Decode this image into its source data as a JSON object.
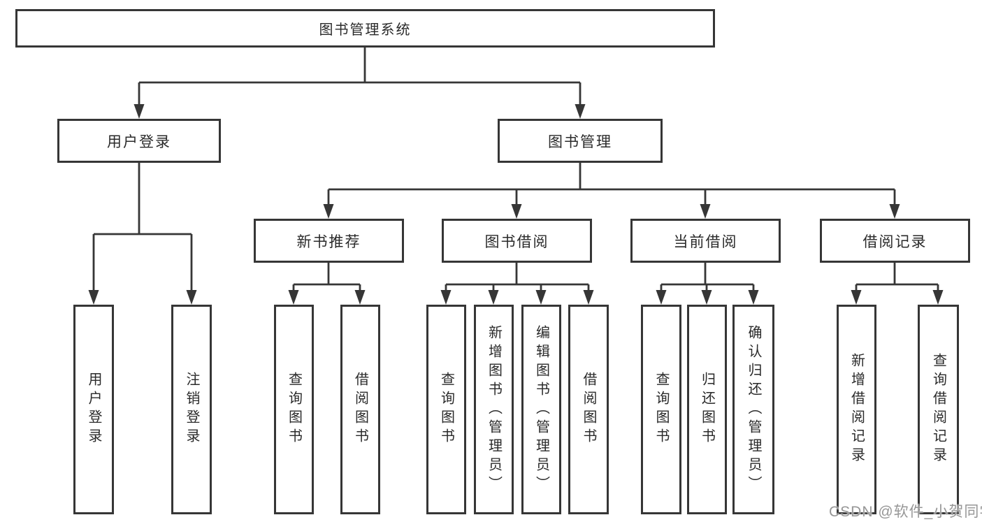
{
  "colors": {
    "line": "#363636",
    "text": "#2a2a2a",
    "watermark": "#969696",
    "background": "#ffffff"
  },
  "tree": {
    "root": {
      "label": "图书管理系统"
    },
    "level2": [
      {
        "label": "用户登录",
        "children": [
          "用户登录",
          "注销登录"
        ]
      },
      {
        "label": "图书管理",
        "children": [
          {
            "label": "新书推荐",
            "children": [
              "查询图书",
              "借阅图书"
            ]
          },
          {
            "label": "图书借阅",
            "children": [
              "查询图书",
              "新增图书（管理员）",
              "编辑图书（管理员）",
              "借阅图书"
            ]
          },
          {
            "label": "当前借阅",
            "children": [
              "查询图书",
              "归还图书",
              "确认归还（管理员）"
            ]
          },
          {
            "label": "借阅记录",
            "children": [
              "新增借阅记录",
              "查询借阅记录"
            ]
          }
        ]
      }
    ]
  },
  "watermark": "CSDN @软件_小贺同学"
}
